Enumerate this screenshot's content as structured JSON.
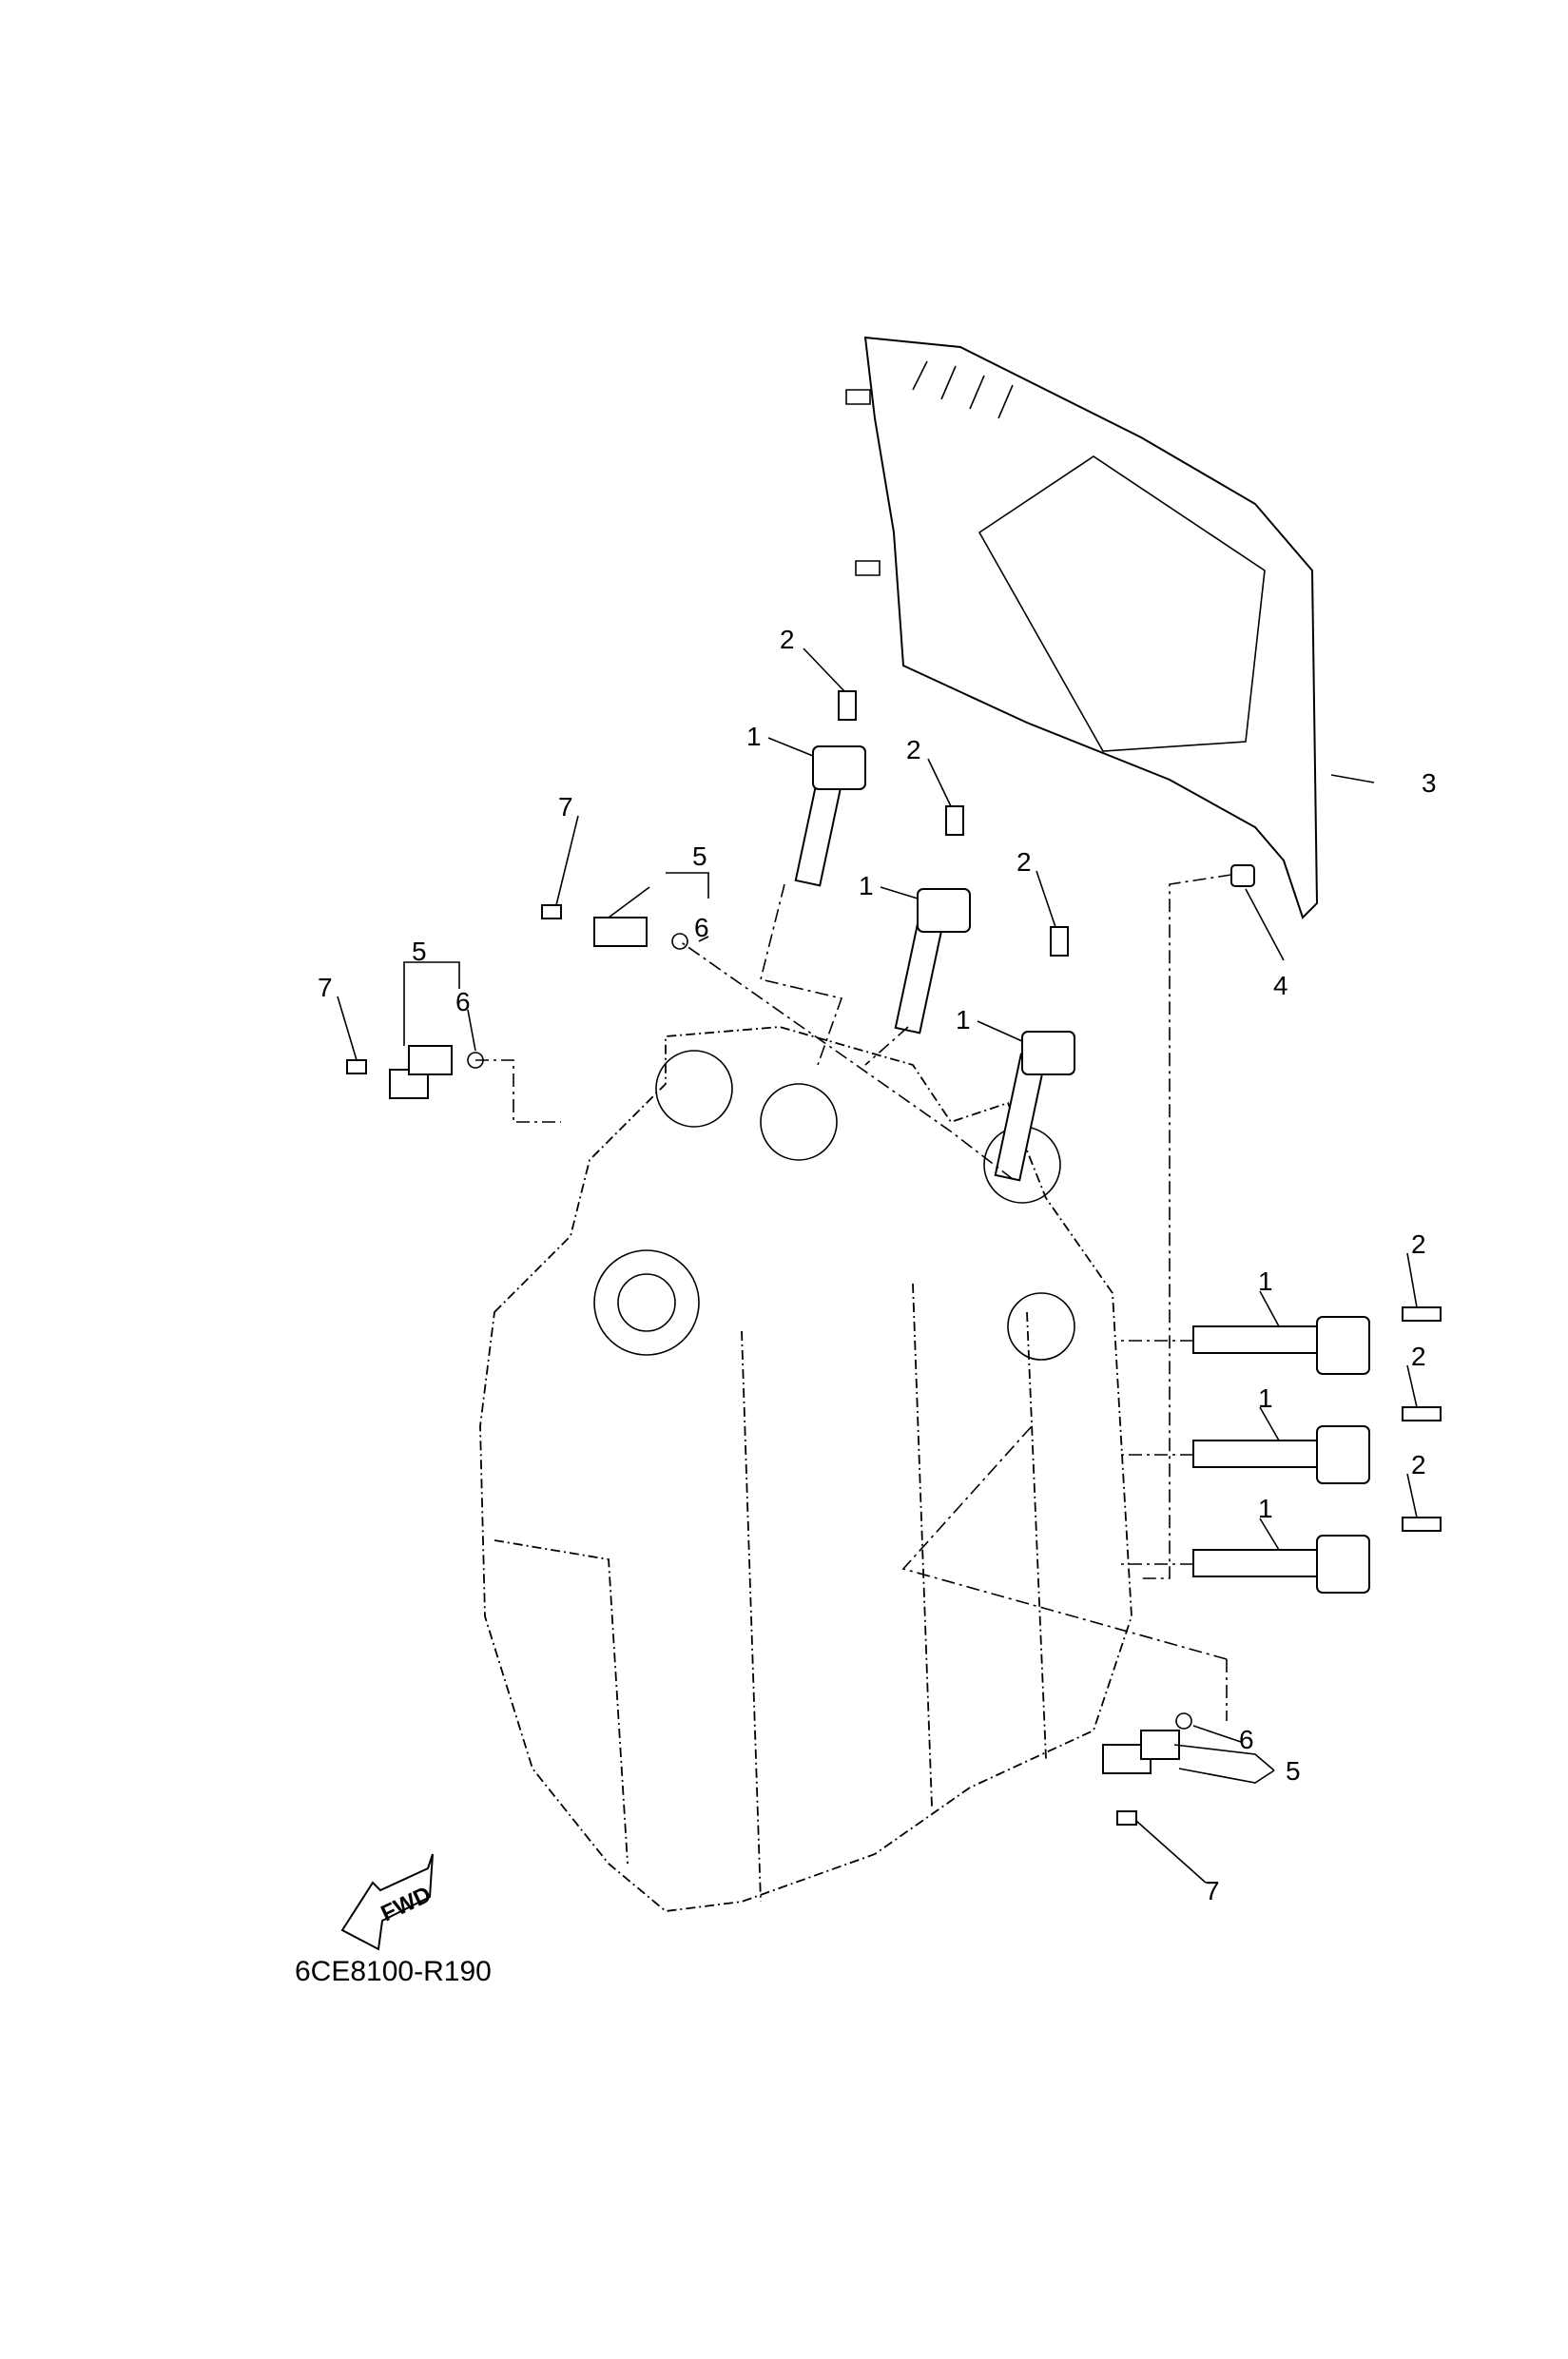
{
  "diagram": {
    "code": "6CE8100-R190",
    "direction_label": "FWD",
    "callouts": [
      "3",
      "2",
      "1",
      "2",
      "1",
      "2",
      "1",
      "4",
      "7",
      "5",
      "6",
      "5",
      "7",
      "6",
      "2",
      "1",
      "2",
      "1",
      "2",
      "1",
      "6",
      "5",
      "7"
    ]
  }
}
